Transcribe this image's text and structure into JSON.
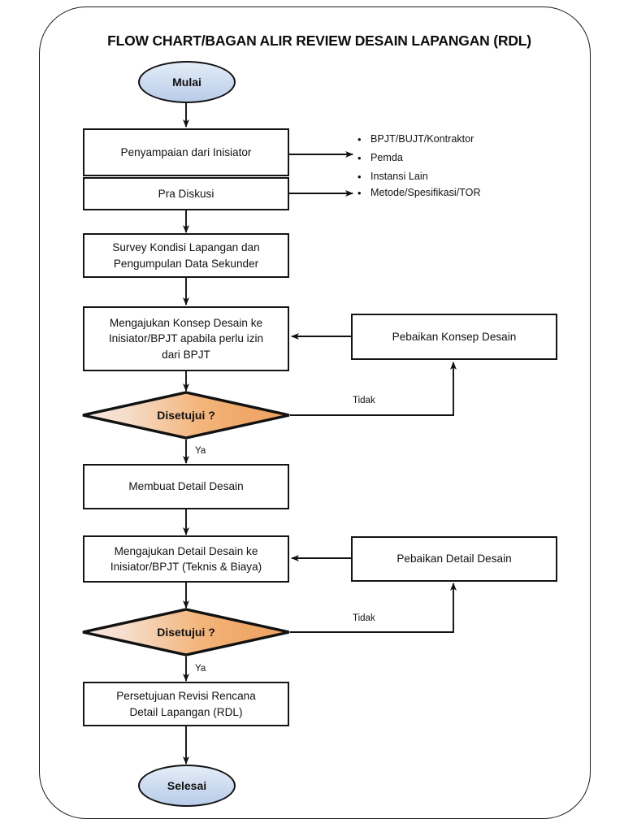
{
  "document": {
    "title": "FLOW CHART/BAGAN ALIR REVIEW DESAIN LAPANGAN (RDL)"
  },
  "colors": {
    "frame_border": "#1a1a1a",
    "node_border": "#141414",
    "node_fill": "#ffffff",
    "terminator_fill_top": "#e4ecf8",
    "terminator_fill_bottom": "#b8cbe8",
    "decision_fill_left": "#f6e3e4",
    "decision_fill_right": "#f0a868",
    "text": "#111111",
    "connector": "#111111"
  },
  "nodes": {
    "start": {
      "label": "Mulai",
      "shape": "ellipse"
    },
    "penyampaian": {
      "label": "Penyampaian dari Inisiator",
      "shape": "process"
    },
    "pra_diskusi": {
      "label": "Pra Diskusi",
      "shape": "process"
    },
    "survey": {
      "line1": "Survey Kondisi Lapangan dan",
      "line2": "Pengumpulan Data Sekunder",
      "shape": "process"
    },
    "konsep": {
      "line1": "Mengajukan Konsep Desain ke",
      "line2": "Inisiator/BPJT apabila perlu izin",
      "line3": "dari BPJT",
      "shape": "process"
    },
    "perbaikan_konsep": {
      "label": "Pebaikan Konsep Desain",
      "shape": "process"
    },
    "decision1": {
      "label": "Disetujui ?",
      "shape": "decision"
    },
    "membuat_detail": {
      "label": "Membuat Detail Desain",
      "shape": "process"
    },
    "mengajukan_detail": {
      "line1": "Mengajukan Detail Desain ke",
      "line2": "Inisiator/BPJT (Teknis & Biaya)",
      "shape": "process"
    },
    "perbaikan_detail": {
      "label": "Pebaikan Detail Desain",
      "shape": "process"
    },
    "decision2": {
      "label": "Disetujui ?",
      "shape": "decision"
    },
    "persetujuan": {
      "line1": "Persetujuan Revisi Rencana",
      "line2": "Detail Lapangan (RDL)",
      "shape": "process"
    },
    "end": {
      "label": "Selesai",
      "shape": "ellipse"
    }
  },
  "edge_labels": {
    "decision1_no": "Tidak",
    "decision1_yes": "Ya",
    "decision2_no": "Tidak",
    "decision2_yes": "Ya"
  },
  "notes": {
    "penyampaian_note": {
      "bullet": "•",
      "items": [
        "BPJT/BUJT/Kontraktor",
        "Pemda",
        "Instansi Lain"
      ]
    },
    "pra_diskusi_note": {
      "bullet": "•",
      "items": [
        "Metode/Spesifikasi/TOR"
      ]
    }
  }
}
